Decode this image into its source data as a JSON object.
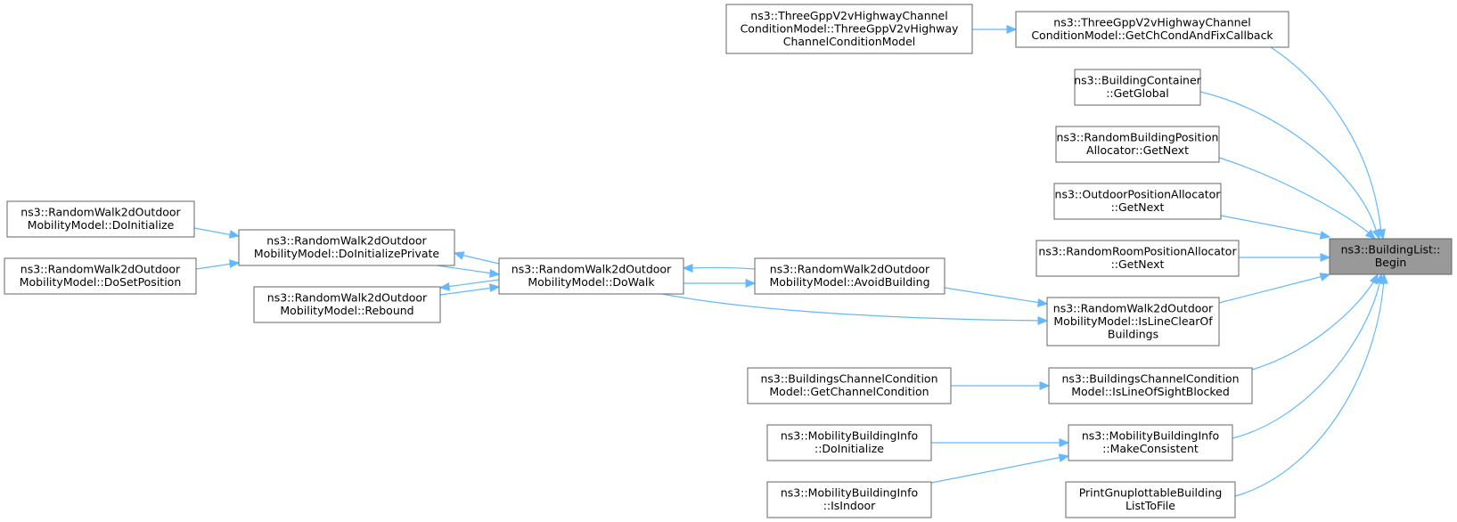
{
  "graph": {
    "edge_color": "#63b8ff",
    "root_fill": "#999999",
    "nodes": [
      {
        "id": "root",
        "lines": [
          "ns3::BuildingList::",
          "Begin"
        ],
        "root": true
      },
      {
        "id": "getchcond",
        "lines": [
          "ns3::ThreeGppV2vHighwayChannel",
          "ConditionModel::GetChCondAndFixCallback"
        ]
      },
      {
        "id": "threegppctor",
        "lines": [
          "ns3::ThreeGppV2vHighwayChannel",
          "ConditionModel::ThreeGppV2vHighway",
          "ChannelConditionModel"
        ]
      },
      {
        "id": "getglobal",
        "lines": [
          "ns3::BuildingContainer",
          "::GetGlobal"
        ]
      },
      {
        "id": "rbpa_getnext",
        "lines": [
          "ns3::RandomBuildingPosition",
          "Allocator::GetNext"
        ]
      },
      {
        "id": "opa_getnext",
        "lines": [
          "ns3::OutdoorPositionAllocator",
          "::GetNext"
        ]
      },
      {
        "id": "rrpa_getnext",
        "lines": [
          "ns3::RandomRoomPositionAllocator",
          "::GetNext"
        ]
      },
      {
        "id": "islineclear",
        "lines": [
          "ns3::RandomWalk2dOutdoor",
          "MobilityModel::IsLineClearOf",
          "Buildings"
        ]
      },
      {
        "id": "avoidbuilding",
        "lines": [
          "ns3::RandomWalk2dOutdoor",
          "MobilityModel::AvoidBuilding"
        ]
      },
      {
        "id": "dowalk",
        "lines": [
          "ns3::RandomWalk2dOutdoor",
          "MobilityModel::DoWalk"
        ]
      },
      {
        "id": "doinitprivate",
        "lines": [
          "ns3::RandomWalk2dOutdoor",
          "MobilityModel::DoInitializePrivate"
        ]
      },
      {
        "id": "rebound",
        "lines": [
          "ns3::RandomWalk2dOutdoor",
          "MobilityModel::Rebound"
        ]
      },
      {
        "id": "doinit",
        "lines": [
          "ns3::RandomWalk2dOutdoor",
          "MobilityModel::DoInitialize"
        ]
      },
      {
        "id": "dosetpos",
        "lines": [
          "ns3::RandomWalk2dOutdoor",
          "MobilityModel::DoSetPosition"
        ]
      },
      {
        "id": "islosblocked",
        "lines": [
          "ns3::BuildingsChannelCondition",
          "Model::IsLineOfSightBlocked"
        ]
      },
      {
        "id": "getchancond",
        "lines": [
          "ns3::BuildingsChannelCondition",
          "Model::GetChannelCondition"
        ]
      },
      {
        "id": "makeconsistent",
        "lines": [
          "ns3::MobilityBuildingInfo",
          "::MakeConsistent"
        ]
      },
      {
        "id": "mbi_doinit",
        "lines": [
          "ns3::MobilityBuildingInfo",
          "::DoInitialize"
        ]
      },
      {
        "id": "isindoor",
        "lines": [
          "ns3::MobilityBuildingInfo",
          "::IsIndoor"
        ]
      },
      {
        "id": "printgnuplot",
        "lines": [
          "PrintGnuplottableBuilding",
          "ListToFile"
        ]
      }
    ],
    "edges": [
      {
        "from": "getchcond",
        "to": "root"
      },
      {
        "from": "threegppctor",
        "to": "getchcond"
      },
      {
        "from": "getglobal",
        "to": "root"
      },
      {
        "from": "rbpa_getnext",
        "to": "root"
      },
      {
        "from": "opa_getnext",
        "to": "root"
      },
      {
        "from": "rrpa_getnext",
        "to": "root"
      },
      {
        "from": "islineclear",
        "to": "root"
      },
      {
        "from": "avoidbuilding",
        "to": "islineclear"
      },
      {
        "from": "dowalk",
        "to": "islineclear"
      },
      {
        "from": "dowalk",
        "to": "avoidbuilding"
      },
      {
        "from": "avoidbuilding",
        "to": "dowalk"
      },
      {
        "from": "doinitprivate",
        "to": "dowalk"
      },
      {
        "from": "dowalk",
        "to": "doinitprivate"
      },
      {
        "from": "rebound",
        "to": "dowalk"
      },
      {
        "from": "dowalk",
        "to": "rebound"
      },
      {
        "from": "doinit",
        "to": "doinitprivate"
      },
      {
        "from": "dosetpos",
        "to": "doinitprivate"
      },
      {
        "from": "islosblocked",
        "to": "root"
      },
      {
        "from": "getchancond",
        "to": "islosblocked"
      },
      {
        "from": "makeconsistent",
        "to": "root"
      },
      {
        "from": "mbi_doinit",
        "to": "makeconsistent"
      },
      {
        "from": "isindoor",
        "to": "makeconsistent"
      },
      {
        "from": "printgnuplot",
        "to": "root"
      }
    ]
  }
}
